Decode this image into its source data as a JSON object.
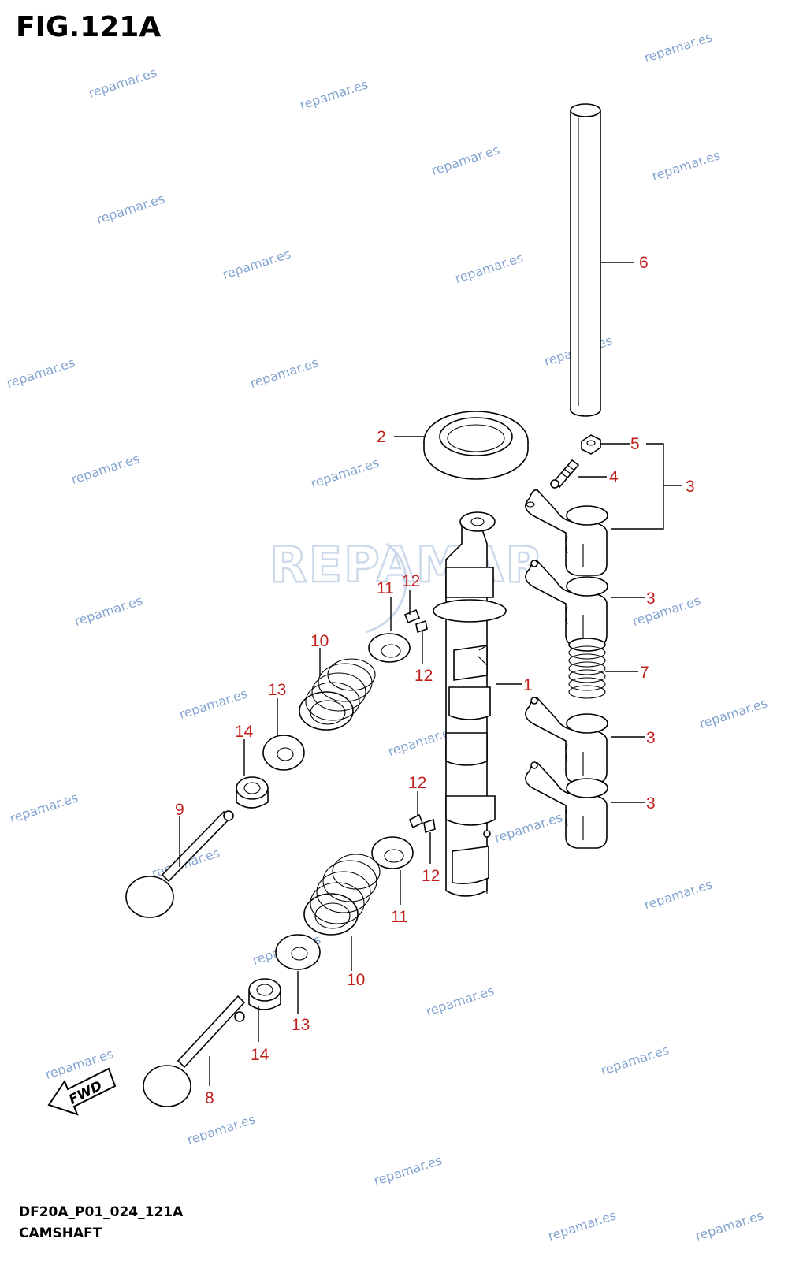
{
  "figure_title": "FIG.121A",
  "footer": {
    "code": "DF20A_P01_024_121A",
    "name": "CAMSHAFT"
  },
  "watermark": {
    "text": "repamar.es",
    "logo_text": "REPAMAR",
    "color": "#6f95c8"
  },
  "fwd_label": "FWD",
  "callouts": [
    {
      "id": "c1",
      "label": "1"
    },
    {
      "id": "c2",
      "label": "2"
    },
    {
      "id": "c3a",
      "label": "3"
    },
    {
      "id": "c3b",
      "label": "3"
    },
    {
      "id": "c3c",
      "label": "3"
    },
    {
      "id": "c3d",
      "label": "3"
    },
    {
      "id": "c4",
      "label": "4"
    },
    {
      "id": "c5",
      "label": "5"
    },
    {
      "id": "c6",
      "label": "6"
    },
    {
      "id": "c7",
      "label": "7"
    },
    {
      "id": "c8",
      "label": "8"
    },
    {
      "id": "c9",
      "label": "9"
    },
    {
      "id": "c10a",
      "label": "10"
    },
    {
      "id": "c10b",
      "label": "10"
    },
    {
      "id": "c11a",
      "label": "11"
    },
    {
      "id": "c11b",
      "label": "11"
    },
    {
      "id": "c12a",
      "label": "12"
    },
    {
      "id": "c12b",
      "label": "12"
    },
    {
      "id": "c12c",
      "label": "12"
    },
    {
      "id": "c12d",
      "label": "12"
    },
    {
      "id": "c13a",
      "label": "13"
    },
    {
      "id": "c13b",
      "label": "13"
    },
    {
      "id": "c14a",
      "label": "14"
    },
    {
      "id": "c14b",
      "label": "14"
    }
  ],
  "colors": {
    "callout": "#c0201c",
    "line": "#000000"
  }
}
